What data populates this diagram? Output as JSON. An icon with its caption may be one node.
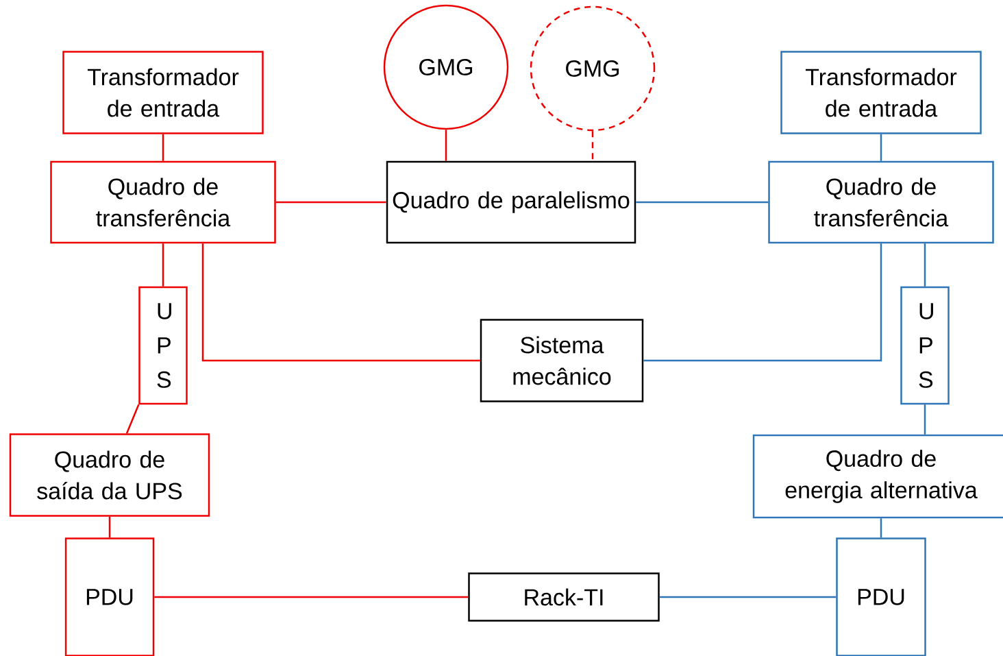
{
  "diagram": {
    "nodes": [
      {
        "text": [
          "GMG"
        ]
      },
      {
        "text": [
          "GMG"
        ]
      },
      {
        "text": [
          "Transformador de entrada"
        ]
      },
      {
        "text": [
          "Transformador de entrada"
        ]
      },
      {
        "text": [
          "Quadro de transferência"
        ]
      },
      {
        "text": [
          "Quadro de paralelismo"
        ]
      },
      {
        "text": [
          "Quadro de transferência"
        ]
      },
      {
        "text": [
          "U P S"
        ]
      },
      {
        "text": [
          "Sistema mecânico"
        ]
      },
      {
        "text": [
          "U P S"
        ]
      },
      {
        "text": [
          "Quadro de saída da UPS"
        ]
      },
      {
        "text": [
          "Quadro de energia alternativa"
        ]
      },
      {
        "text": [
          "PDU"
        ]
      },
      {
        "text": [
          "Rack-TI"
        ]
      },
      {
        "text": [
          "PDU"
        ]
      }
    ],
    "edges": [
      {
        "from": 0,
        "to": 5,
        "arrow": "none"
      },
      {
        "from": 1,
        "to": 5,
        "arrow": "none",
        "style": "dashed"
      },
      {
        "from": 2,
        "to": 4,
        "arrow": "none"
      },
      {
        "from": 3,
        "to": 6,
        "arrow": "none",
        "color": "#2e75b6"
      },
      {
        "from": 4,
        "to": 5,
        "arrow": "none"
      },
      {
        "from": 5,
        "to": 6,
        "arrow": "none",
        "color": "#2e75b6"
      },
      {
        "from": 4,
        "to": 7,
        "arrow": "none"
      },
      {
        "from": 4,
        "to": 8,
        "arrow": "none"
      },
      {
        "from": 6,
        "to": 8,
        "arrow": "none",
        "color": "#2e75b6"
      },
      {
        "from": 6,
        "to": 9,
        "arrow": "none",
        "color": "#2e75b6"
      },
      {
        "from": 7,
        "to": 10,
        "arrow": "none"
      },
      {
        "from": 9,
        "to": 11,
        "arrow": "none",
        "color": "#2e75b6"
      },
      {
        "from": 10,
        "to": 12,
        "arrow": "none"
      },
      {
        "from": 11,
        "to": 14,
        "arrow": "none",
        "color": "#2e75b6"
      },
      {
        "from": 12,
        "to": 13,
        "arrow": "none"
      },
      {
        "from": 13,
        "to": 14,
        "arrow": "none",
        "color": "#2e75b6"
      }
    ]
  }
}
